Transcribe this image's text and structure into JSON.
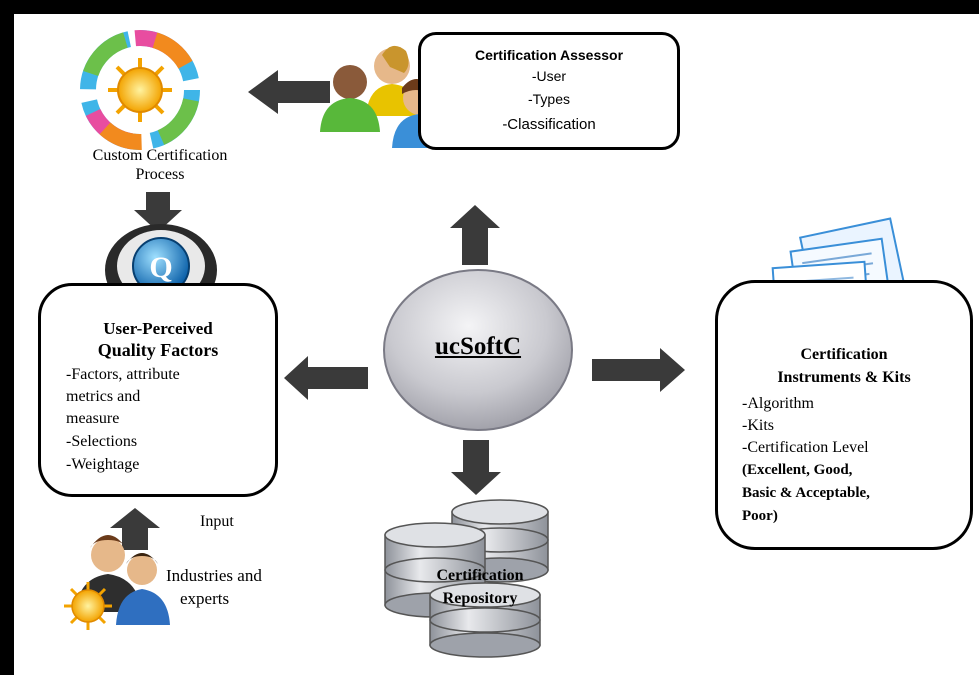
{
  "assessor": {
    "title": "Certification Assessor",
    "lines": [
      "-User",
      "-Types",
      "-Classification"
    ]
  },
  "custom_process": {
    "label_line1": "Custom Certification",
    "label_line2": "Process"
  },
  "quality_factors": {
    "title_line1": "User-Perceived",
    "title_line2": "Quality Factors",
    "lines": [
      "-Factors, attribute",
      "metrics and",
      "measure",
      "-Selections",
      "-Weightage"
    ]
  },
  "hub": {
    "label": "ucSoftC"
  },
  "instruments": {
    "title_line1": "Certification",
    "title_line2": "Instruments & Kits",
    "lines": [
      "-Algorithm",
      "-Kits",
      "-Certification Level",
      "(Excellent, Good,",
      "Basic & Acceptable,",
      "Poor)"
    ]
  },
  "repository": {
    "label_line1": "Certification",
    "label_line2": "Repository"
  },
  "input_label": "Input",
  "industries": {
    "label_line1": "Industries and",
    "label_line2": "experts"
  },
  "colors": {
    "arrow": "#3a3a3a",
    "hub_fill": "#c9c9cf",
    "drum_fill": "#b9bcc3"
  }
}
